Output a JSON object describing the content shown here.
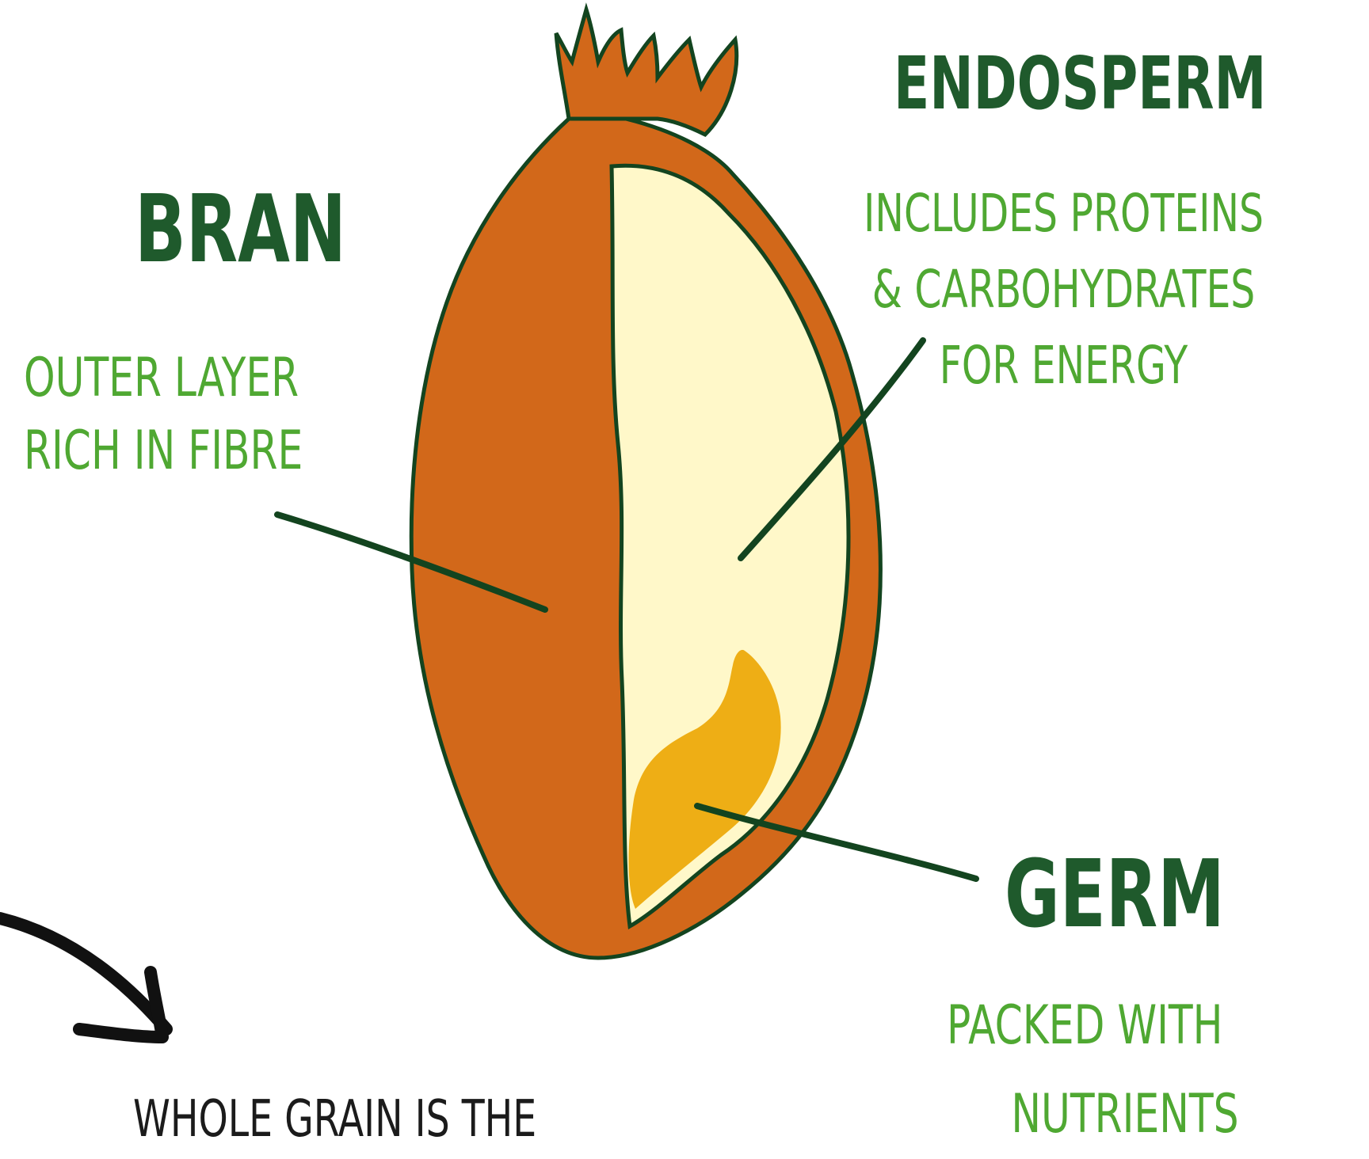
{
  "bran": {
    "title": "BRAN",
    "desc_lines": [
      "OUTER LAYER",
      "RICH IN FIBRE"
    ]
  },
  "endosperm": {
    "title": "ENDOSPERM",
    "desc_lines": [
      "INCLUDES PROTEINS",
      "& CARBOHYDRATES",
      "FOR ENERGY"
    ]
  },
  "germ": {
    "title": "GERM",
    "desc_lines": [
      "PACKED WITH",
      "NUTRIENTS"
    ]
  },
  "footer_text": "WHOLE GRAIN IS THE",
  "colors": {
    "bran": "#d2681a",
    "endosperm": "#fff8c9",
    "germ": "#eeae15",
    "outline": "#13441f",
    "title_text": "#1f5a2c",
    "desc_text": "#4fa832",
    "arrow": "#111111"
  }
}
